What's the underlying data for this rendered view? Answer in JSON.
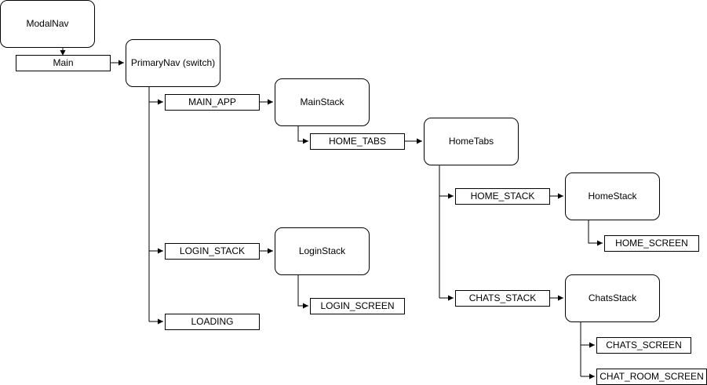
{
  "colors": {
    "background": "#ffffff",
    "stroke": "#000000",
    "text": "#000000"
  },
  "nodes": {
    "modal_nav": "ModalNav",
    "main": "Main",
    "primary_nav": "PrimaryNav (switch)",
    "main_app": "MAIN_APP",
    "login_stack_route": "LOGIN_STACK",
    "loading": "LOADING",
    "main_stack": "MainStack",
    "home_tabs_route": "HOME_TABS",
    "login_stack": "LoginStack",
    "login_screen": "LOGIN_SCREEN",
    "home_tabs": "HomeTabs",
    "home_stack_route": "HOME_STACK",
    "chats_stack_route": "CHATS_STACK",
    "home_stack": "HomeStack",
    "home_screen": "HOME_SCREEN",
    "chats_stack": "ChatsStack",
    "chats_screen": "CHATS_SCREEN",
    "chat_room_screen": "CHAT_ROOM_SCREEN"
  }
}
